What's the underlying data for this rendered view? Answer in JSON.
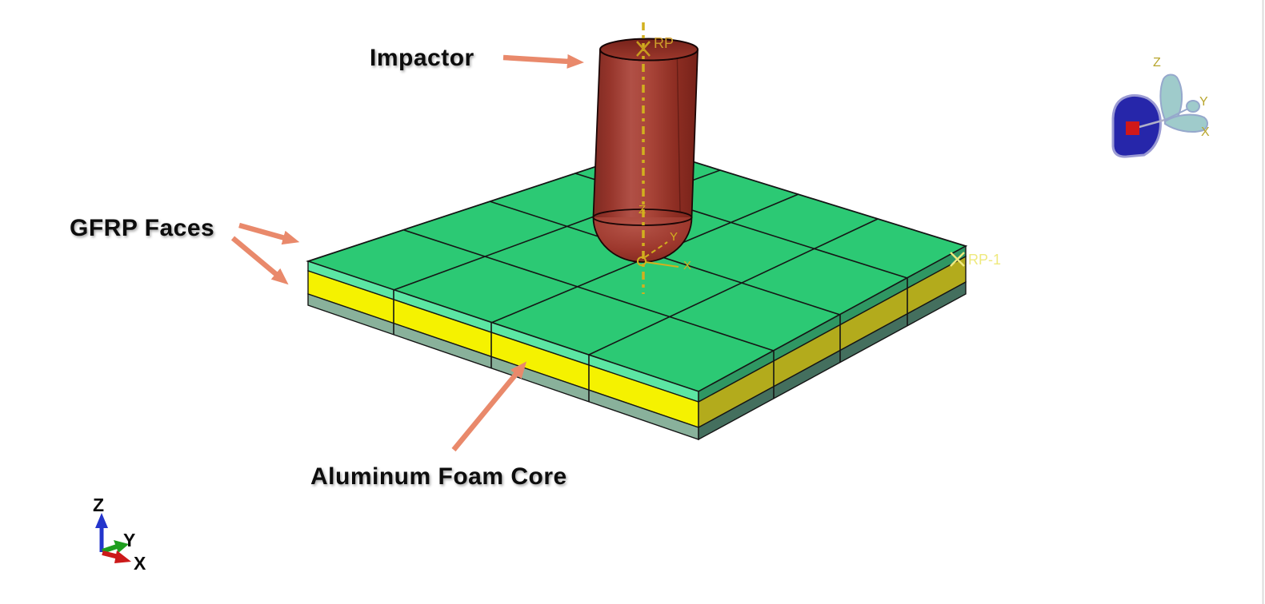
{
  "annotations": {
    "impactor": "Impactor",
    "gfrp_faces": "GFRP Faces",
    "foam_core": "Aluminum Foam Core"
  },
  "reference_points": {
    "impactor_rp": "RP",
    "plate_rp": "RP-1"
  },
  "impact_triad": {
    "x": "X",
    "y": "Y",
    "z": "Z"
  },
  "view_triad": {
    "x": "X",
    "y": "Y",
    "z": "Z"
  },
  "compass": {
    "x": "X",
    "y": "Y",
    "z": "Z"
  },
  "colors": {
    "plate_top_green": "#2CC974",
    "plate_face_mint": "#5CE6A4",
    "core_yellow": "#F5F200",
    "plate_face_teal": "#89B19B",
    "plate_side_green_dark": "#2F9763",
    "core_yellow_dark": "#B3AB1C",
    "plate_side_teal_dark": "#446F5E",
    "impactor_red": "#A03A30",
    "annotation_arrow": "#E9896B",
    "datum_yellow": "#D2B01E",
    "rp_label_orange": "#CE9E2A",
    "rp_label_pale": "#EFE97E",
    "axis_x_red": "#CC1A1A",
    "axis_y_green": "#1E9E1E",
    "axis_z_blue": "#2435CC",
    "compass_blue": "#2626AA",
    "compass_cyan": "#9FCBCB",
    "compass_red": "#D01818",
    "compass_label": "#B8A62E"
  }
}
